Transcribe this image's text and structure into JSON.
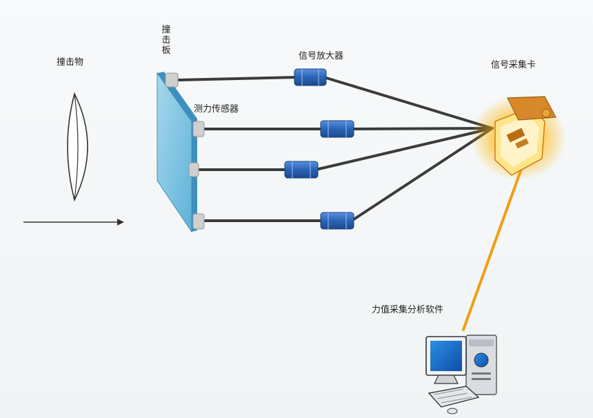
{
  "labels": {
    "impactor": "撞击物",
    "impact_plate": "撞击板",
    "force_sensor": "测力传感器",
    "signal_amplifier": "信号放大器",
    "signal_acquisition_card": "信号采集卡",
    "force_analysis_software": "力值采集分析软件"
  },
  "colors": {
    "plate_face": "#8ecbe6",
    "plate_side": "#4d9fc8",
    "amplifier": "#2a63b5",
    "cable": "#3b3b3b",
    "card_glow": "#f7a51c",
    "card_line": "#f39c12",
    "sensor": "#c9c9c9"
  },
  "icons": {
    "lens": "impactor-lens-icon",
    "card": "acquisition-card-icon",
    "computer": "computer-icon"
  }
}
